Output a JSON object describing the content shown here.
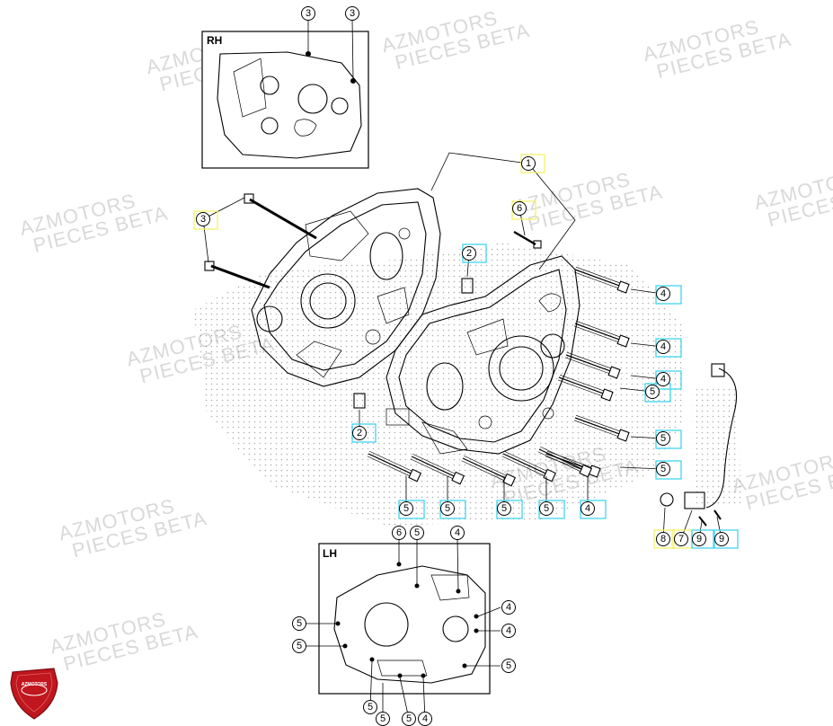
{
  "watermark": {
    "line1": "AZMOTORS",
    "line2": "PIECES BETA"
  },
  "insets": {
    "rh_label": "RH",
    "lh_label": "LH"
  },
  "callouts": {
    "c1": "1",
    "c2": "2",
    "c3": "3",
    "c4": "4",
    "c5": "5",
    "c6": "6",
    "c7": "7",
    "c8": "8",
    "c9": "9"
  },
  "colors": {
    "highlight_yellow": "#f5f06a",
    "highlight_cyan": "#3fd6f0",
    "watermark_gray": "#d9d9d9",
    "logo_red": "#c0161d"
  },
  "logo": {
    "text": "AZMOTORS"
  }
}
